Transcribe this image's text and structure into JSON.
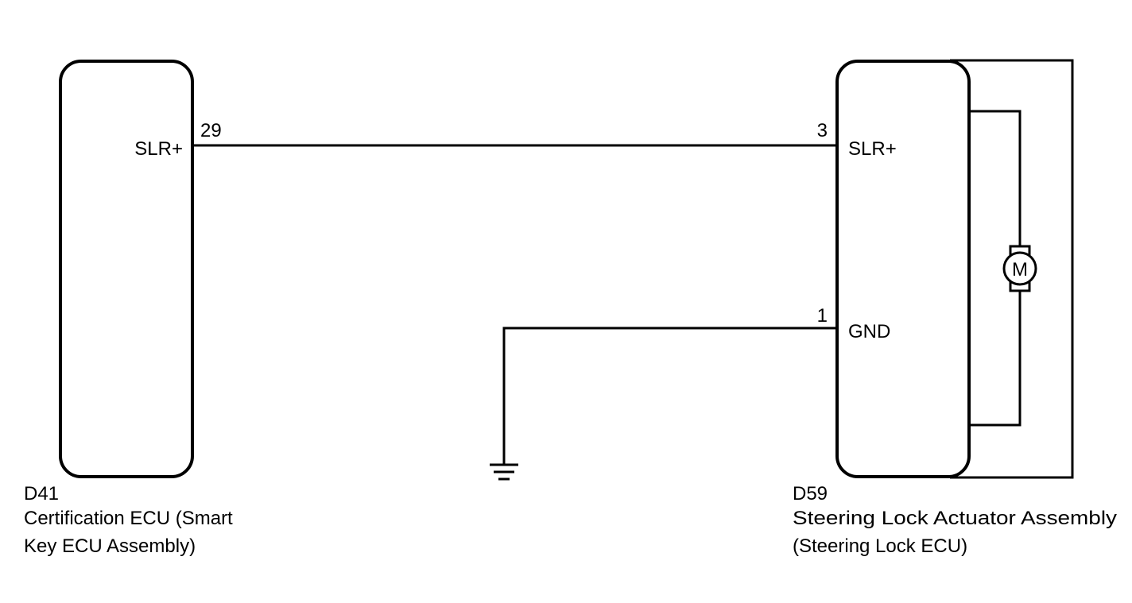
{
  "left_component": {
    "code": "D41",
    "name_line1": "Certification ECU (Smart",
    "name_line2": "Key ECU Assembly)",
    "pin_number": "29",
    "pin_label": "SLR+"
  },
  "right_component": {
    "code": "D59",
    "name_line1": "Steering Lock Actuator Assembly",
    "name_line2": "(Steering Lock ECU)",
    "pins": [
      {
        "number": "3",
        "label": "SLR+"
      },
      {
        "number": "1",
        "label": "GND"
      }
    ],
    "motor_symbol": "M"
  },
  "icons": {
    "ground": "ground-icon",
    "motor": "motor-icon"
  },
  "colors": {
    "line": "#000000",
    "background": "#ffffff"
  }
}
